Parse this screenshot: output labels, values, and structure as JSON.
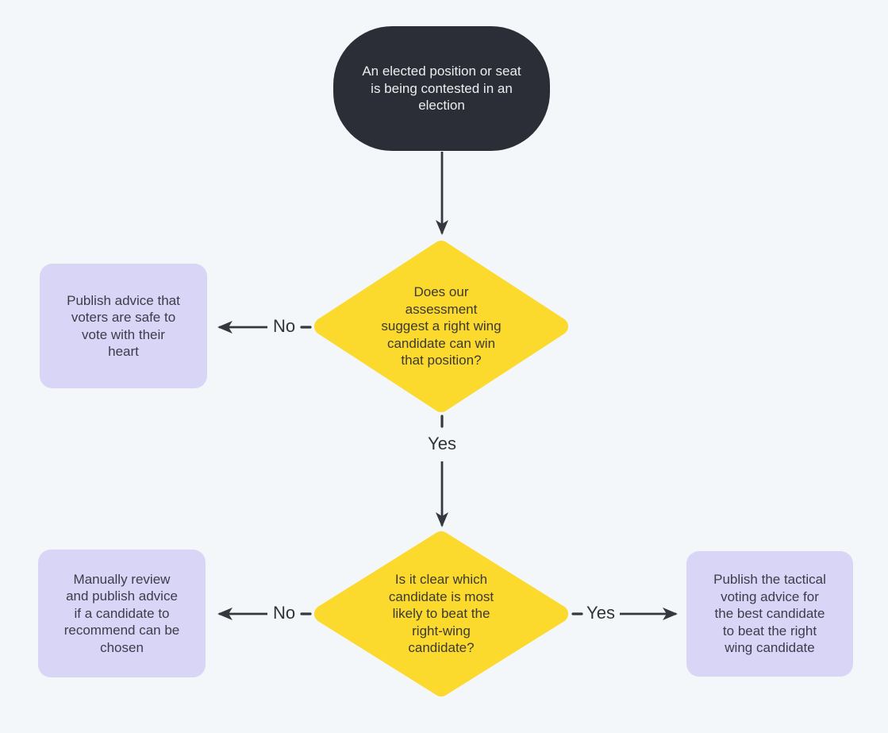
{
  "colors": {
    "background": "#F4F7F9",
    "node_dark": "#2B2E37",
    "node_dark_text": "#ECEDEE",
    "decision_fill": "#FBD92D",
    "decision_text": "#3B3A33",
    "outcome_fill": "#D9D5F7",
    "outcome_text": "#3D3C49",
    "edge": "#35383E",
    "label_text": "#303338"
  },
  "nodes": {
    "start": {
      "text": "An elected position or seat\nis being contested in an\nelection"
    },
    "decision1": {
      "text": "Does our\nassessment\nsuggest a right wing\ncandidate can win\nthat position?"
    },
    "outcome1": {
      "text": "Publish advice that\nvoters are safe to\nvote with their\nheart"
    },
    "decision2": {
      "text": "Is it clear which\ncandidate is most\nlikely to beat the\nright-wing\ncandidate?"
    },
    "outcome2": {
      "text": "Manually review\nand publish advice\nif a candidate to\nrecommend can be\nchosen"
    },
    "outcome3": {
      "text": "Publish the tactical\nvoting advice for\nthe best candidate\nto beat the right\nwing candidate"
    }
  },
  "edges": {
    "no1": {
      "label": "No"
    },
    "yes1": {
      "label": "Yes"
    },
    "no2": {
      "label": "No"
    },
    "yes2": {
      "label": "Yes"
    }
  }
}
